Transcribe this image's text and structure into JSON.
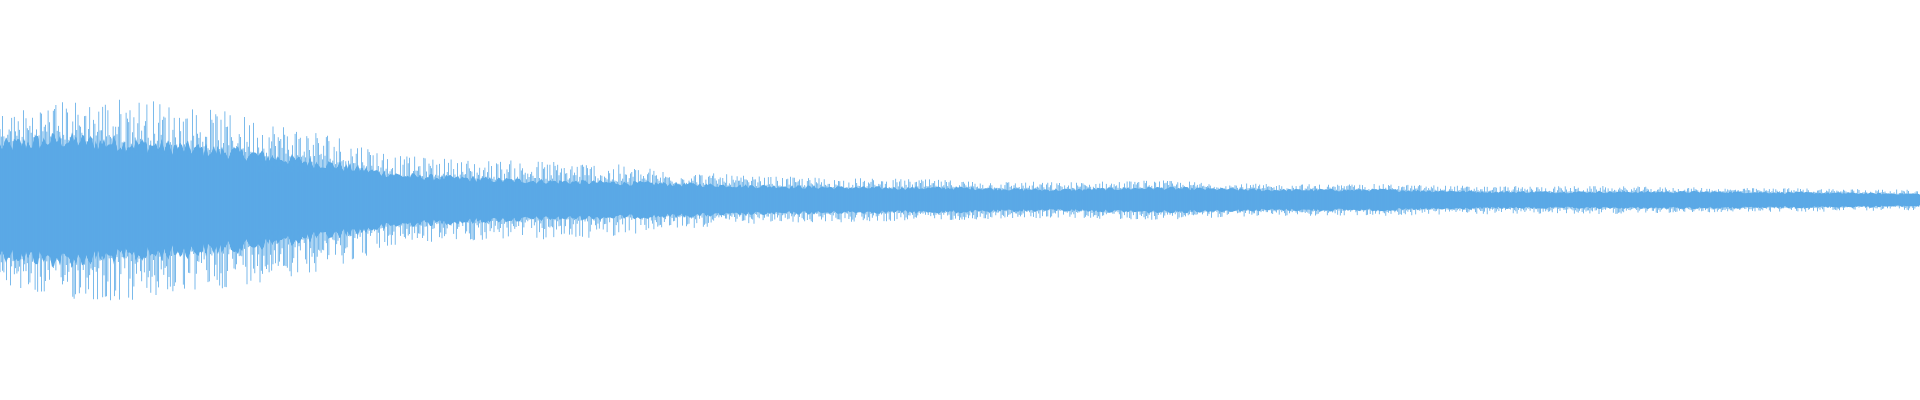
{
  "chart_data": {
    "type": "area",
    "title": "",
    "xlabel": "",
    "ylabel": "",
    "grid": false,
    "legend": "none",
    "color": "#5aa9e6",
    "ylim": [
      -1,
      1
    ],
    "xlim": [
      0,
      1
    ],
    "center": 0,
    "envelope": {
      "x": [
        0.0,
        0.03,
        0.07,
        0.12,
        0.17,
        0.21,
        0.26,
        0.3,
        0.35,
        0.39,
        0.45,
        0.5,
        0.55,
        0.6,
        0.66,
        0.72,
        0.78,
        0.84,
        0.9,
        0.95,
        1.0
      ],
      "peak": [
        0.44,
        0.5,
        0.52,
        0.44,
        0.35,
        0.22,
        0.2,
        0.2,
        0.15,
        0.12,
        0.11,
        0.1,
        0.09,
        0.1,
        0.08,
        0.08,
        0.07,
        0.07,
        0.06,
        0.06,
        0.05
      ],
      "dense": [
        0.27,
        0.3,
        0.28,
        0.24,
        0.18,
        0.12,
        0.1,
        0.09,
        0.08,
        0.07,
        0.06,
        0.06,
        0.05,
        0.06,
        0.05,
        0.05,
        0.04,
        0.04,
        0.04,
        0.035,
        0.03
      ]
    }
  }
}
